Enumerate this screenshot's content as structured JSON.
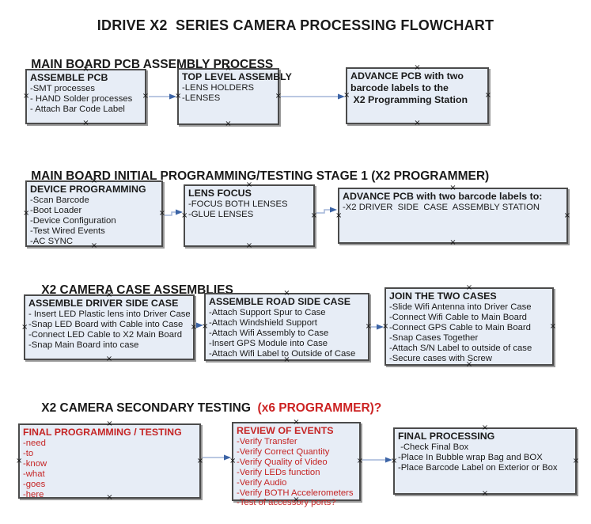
{
  "title": "IDRIVE X2  SERIES CAMERA PROCESSING FLOWCHART",
  "colors": {
    "box_fill": "#e7edf6",
    "box_border": "#4b4b4b",
    "red_text": "#c52525",
    "arrow_line": "#a3b6d9",
    "arrow_head": "#3c64a6"
  },
  "sections": [
    {
      "heading": "MAIN BOARD PCB ASSEMBLY PROCESS",
      "boxes": [
        {
          "title": "ASSEMBLE PCB",
          "lines": [
            "-SMT processes",
            "- HAND Solder processes",
            "- Attach Bar Code Label"
          ]
        },
        {
          "title": "TOP LEVEL ASSEMBLY",
          "lines": [
            "-LENS HOLDERS",
            "-LENSES"
          ]
        },
        {
          "title": "ADVANCE PCB with two\nbarcode labels to the\n X2 Programming Station",
          "lines": []
        }
      ]
    },
    {
      "heading": "MAIN BOARD INITIAL PROGRAMMING/TESTING STAGE 1 (X2 PROGRAMMER)",
      "boxes": [
        {
          "title": "DEVICE PROGRAMMING",
          "lines": [
            "-Scan Barcode",
            "-Boot Loader",
            "-Device Configuration",
            "-Test Wired Events",
            "-AC SYNC"
          ]
        },
        {
          "title": "LENS FOCUS",
          "lines": [
            "-FOCUS BOTH LENSES",
            "-GLUE LENSES"
          ]
        },
        {
          "title": "ADVANCE PCB with two barcode labels to:",
          "lines": [
            "-X2 DRIVER  SIDE  CASE  ASSEMBLY STATION"
          ]
        }
      ]
    },
    {
      "heading": "X2 CAMERA CASE ASSEMBLIES",
      "boxes": [
        {
          "title": "ASSEMBLE DRIVER SIDE CASE",
          "lines": [
            "- Insert LED Plastic lens into Driver Case",
            "-Snap LED Board with Cable into Case",
            "-Connect LED Cable to X2 Main Board",
            "-Snap Main Board into case"
          ]
        },
        {
          "title": "ASSEMBLE ROAD SIDE CASE",
          "lines": [
            "-Attach Support Spur to Case",
            "-Attach Windshield Support",
            "-Attach Wifi Assembly to Case",
            "-Insert GPS Module into Case",
            "-Attach Wifi Label to Outside of Case"
          ]
        },
        {
          "title": "JOIN THE TWO CASES",
          "lines": [
            "-Slide Wifi Antenna into Driver Case",
            "-Connect Wifi Cable to Main Board",
            "-Connect GPS Cable to Main Board",
            "-Snap Cases Together",
            "-Attach S/N Label to outside of case",
            "-Secure cases with Screw"
          ]
        }
      ]
    },
    {
      "heading": "X2 CAMERA SECONDARY TESTING ",
      "heading_red": " (x6 PROGRAMMER)?",
      "boxes": [
        {
          "title": "FINAL PROGRAMMING / TESTING",
          "lines": [
            "-need",
            "-to",
            "-know",
            "-what",
            "-goes",
            "-here"
          ]
        },
        {
          "title": "REVIEW OF EVENTS",
          "lines": [
            "-Verify Transfer",
            "-Verify Correct Quantity",
            "-Verify Quality of Video",
            "-Verify LEDs function",
            "-Verify Audio",
            "-Verify BOTH Accelerometers",
            "-Test of accessory ports?"
          ]
        },
        {
          "title": "FINAL PROCESSING",
          "lines": [
            " -Check Final Box",
            "-Place In Bubble wrap Bag and BOX",
            "-Place Barcode Label on Exterior or Box"
          ]
        }
      ]
    }
  ]
}
